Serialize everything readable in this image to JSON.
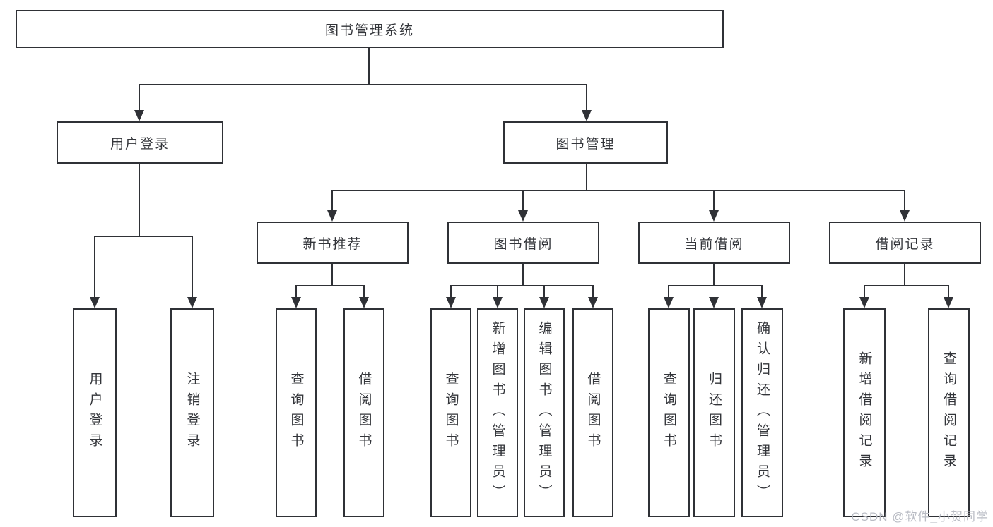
{
  "diagram": {
    "root": {
      "label": "图书管理系统"
    },
    "user_branch": {
      "label": "用户登录",
      "children": [
        {
          "label": "用户登录"
        },
        {
          "label": "注销登录"
        }
      ]
    },
    "mgmt_branch": {
      "label": "图书管理",
      "sections": [
        {
          "label": "新书推荐",
          "children": [
            {
              "label": "查询图书"
            },
            {
              "label": "借阅图书"
            }
          ]
        },
        {
          "label": "图书借阅",
          "children": [
            {
              "label": "查询图书"
            },
            {
              "label": "新增图书（管理员）"
            },
            {
              "label": "编辑图书（管理员）"
            },
            {
              "label": "借阅图书"
            }
          ]
        },
        {
          "label": "当前借阅",
          "children": [
            {
              "label": "查询图书"
            },
            {
              "label": "归还图书"
            },
            {
              "label": "确认归还（管理员）"
            }
          ]
        },
        {
          "label": "借阅记录",
          "children": [
            {
              "label": "新增借阅记录"
            },
            {
              "label": "查询借阅记录"
            }
          ]
        }
      ]
    }
  },
  "watermark": {
    "text": "CSDN @软件_小贺同学"
  },
  "colors": {
    "line": "#2f3136",
    "text": "#33353a",
    "watermark": "#b9bcc4",
    "background": "#ffffff"
  }
}
